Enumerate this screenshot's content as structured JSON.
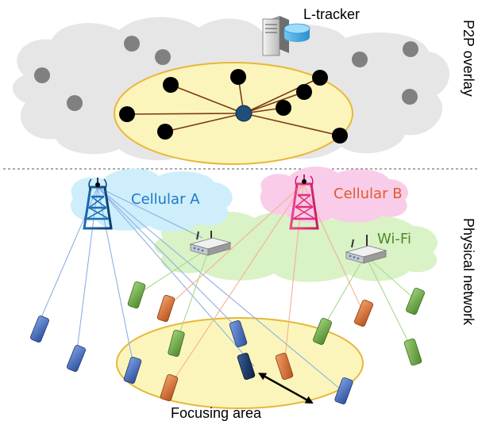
{
  "labels": {
    "tracker": "L-tracker",
    "p2p_overlay": "P2P overlay",
    "physical_network": "Physical network",
    "cellular_a": "Cellular A",
    "cellular_b": "Cellular B",
    "wifi": "Wi-Fi",
    "focusing_area": "Focusing area"
  },
  "colors": {
    "cloud_gray": "#e6e6e6",
    "cloud_blue": "#cdeefa",
    "cloud_pink": "#f9cde9",
    "cloud_green": "#d9f2c6",
    "ellipse_fill": "#fbf5bb",
    "ellipse_stroke": "#e7b83a",
    "overlay_edge": "#7a3b12",
    "hub_node": "#1f4e79",
    "peer_node": "#000000",
    "idle_node": "#808080",
    "cellular_a_text": "#1f78c8",
    "cellular_b_text": "#e25a2b",
    "wifi_text": "#4e8a2a",
    "phone_blue": "#3b63b5",
    "phone_green": "#5f9c3c",
    "phone_orange": "#d36a2c",
    "phone_dark": "#0d2a55"
  },
  "icons": [
    "server-icon",
    "cell-tower-icon",
    "wifi-router-icon",
    "smartphone-icon",
    "double-arrow-icon"
  ]
}
